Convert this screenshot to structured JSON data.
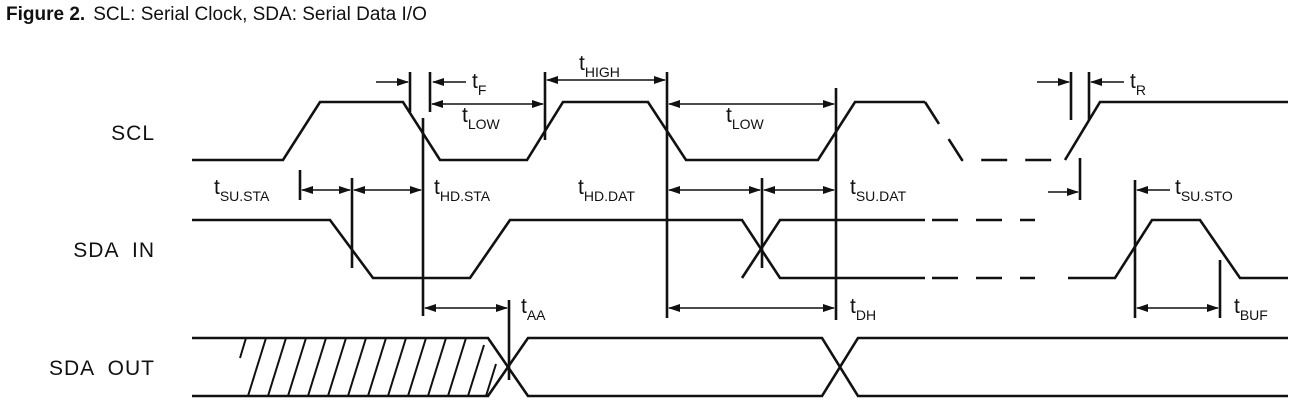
{
  "caption": {
    "label": "Figure 2.",
    "text": "SCL: Serial Clock, SDA: Serial Data I/O"
  },
  "signals": {
    "scl": "SCL",
    "sda_in": "SDA  IN",
    "sda_out": "SDA  OUT"
  },
  "timing": {
    "f": {
      "t": "t",
      "sub": "F"
    },
    "high": {
      "t": "t",
      "sub": "HIGH"
    },
    "r": {
      "t": "t",
      "sub": "R"
    },
    "low1": {
      "t": "t",
      "sub": "LOW"
    },
    "low2": {
      "t": "t",
      "sub": "LOW"
    },
    "su_sta": {
      "t": "t",
      "sub": "SU.STA"
    },
    "hd_sta": {
      "t": "t",
      "sub": "HD.STA"
    },
    "hd_dat": {
      "t": "t",
      "sub": "HD.DAT"
    },
    "su_dat": {
      "t": "t",
      "sub": "SU.DAT"
    },
    "su_sto": {
      "t": "t",
      "sub": "SU.STO"
    },
    "aa": {
      "t": "t",
      "sub": "AA"
    },
    "dh": {
      "t": "t",
      "sub": "DH"
    },
    "buf": {
      "t": "t",
      "sub": "BUF"
    }
  }
}
